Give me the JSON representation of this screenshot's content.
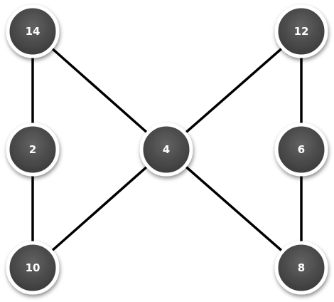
{
  "nodes": [
    {
      "id": "n14",
      "label": "14"
    },
    {
      "id": "n12",
      "label": "12"
    },
    {
      "id": "n2",
      "label": "2"
    },
    {
      "id": "n4",
      "label": "4"
    },
    {
      "id": "n6",
      "label": "6"
    },
    {
      "id": "n10",
      "label": "10"
    },
    {
      "id": "n8",
      "label": "8"
    }
  ],
  "edges": [
    {
      "from": "n14",
      "to": "n2"
    },
    {
      "from": "n14",
      "to": "n4"
    },
    {
      "from": "n12",
      "to": "n4"
    },
    {
      "from": "n12",
      "to": "n6"
    },
    {
      "from": "n2",
      "to": "n10"
    },
    {
      "from": "n4",
      "to": "n10"
    },
    {
      "from": "n4",
      "to": "n8"
    },
    {
      "from": "n6",
      "to": "n8"
    }
  ],
  "colors": {
    "node_fill": "#4a4a4a",
    "node_border": "#ffffff",
    "edge": "#000000",
    "label": "#ffffff"
  }
}
